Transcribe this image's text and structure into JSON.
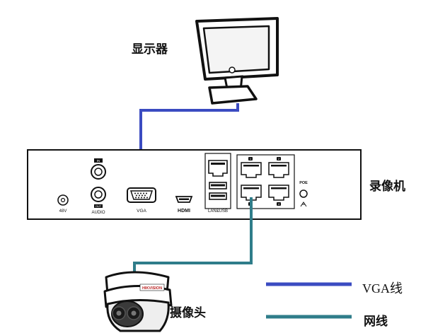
{
  "diagram": {
    "monitor_label": "显示器",
    "nvr_label": "录像机",
    "camera_label": "摄像头",
    "legend": {
      "vga_label": "VGA线",
      "network_label": "网线",
      "vga_color": "#3b4bc1",
      "network_color": "#2f7d8a"
    },
    "camera_brand": "HIKVISION",
    "ports": {
      "power": "48V",
      "audio_in": "IN",
      "audio_out": "OUT",
      "audio": "AUDIO",
      "vga": "VGA",
      "hdmi": "HDMI",
      "lan_usb": "LAN&USB",
      "poe": "POE",
      "poe_numbers": [
        "1",
        "2",
        "3",
        "4"
      ]
    }
  }
}
